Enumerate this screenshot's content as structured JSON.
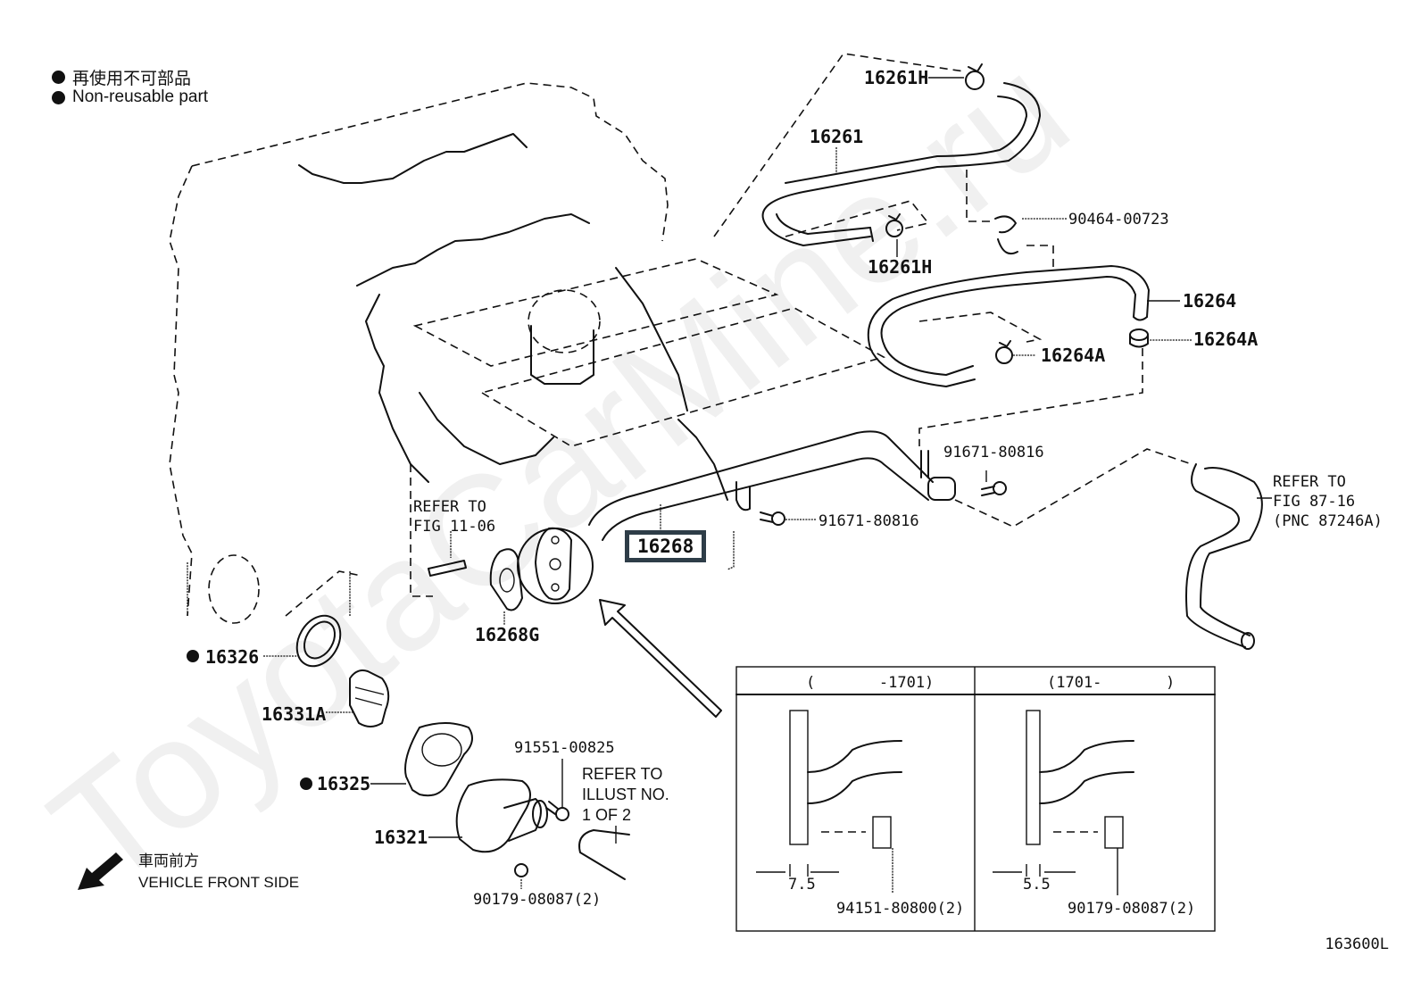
{
  "legend": {
    "items": [
      {
        "symbol": "filled-circle",
        "text": "再使用不可部品"
      },
      {
        "symbol": "filled-circle",
        "text": "Non-reusable part"
      }
    ]
  },
  "watermark": "ToyotaCarMine.ru",
  "highlighted_part": "16268",
  "parts": {
    "p16261H_top": "16261H",
    "p16261": "16261",
    "p16261H_bottom": "16261H",
    "p90464": "90464-00723",
    "p16264": "16264",
    "p16264A_right": "16264A",
    "p16264A_left": "16264A",
    "p91671_upper": "91671-80816",
    "p91671_lower": "91671-80816",
    "p16268G": "16268G",
    "p16326": "16326",
    "p16331A": "16331A",
    "p16325": "16325",
    "p16321": "16321",
    "p91551": "91551-00825",
    "p90179": "90179-08087(2)"
  },
  "non_reusable_parts": [
    "16326",
    "16325"
  ],
  "references": {
    "fig_11_06": [
      "REFER TO",
      "FIG 11-06"
    ],
    "fig_87_16": [
      "REFER TO",
      "FIG 87-16",
      "(PNC 87246A)"
    ],
    "illust": [
      "REFER TO",
      "ILLUST NO.",
      "1 OF 2"
    ]
  },
  "detail_table": {
    "columns": [
      {
        "header": "(       -1701)",
        "dimension": "7.5",
        "part": "94151-80800(2)"
      },
      {
        "header": "(1701-       )",
        "dimension": "5.5",
        "part": "90179-08087(2)"
      }
    ]
  },
  "direction": {
    "icon": "arrow-down-left-icon",
    "label_jp": "車両前方",
    "label_en": "VEHICLE FRONT SIDE"
  },
  "figure_number": "163600L"
}
